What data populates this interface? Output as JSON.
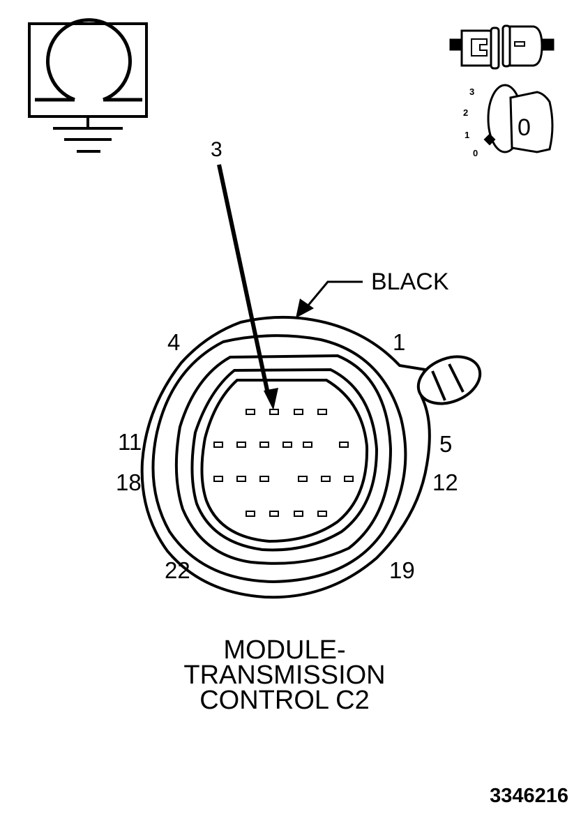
{
  "probe_pin": "3",
  "connector_color_label": "BLACK",
  "pin_numbers": {
    "top_left": "4",
    "top_right": "1",
    "mid_left_upper": "11",
    "mid_left_lower": "18",
    "mid_right_upper": "5",
    "mid_right_lower": "12",
    "bottom_left": "22",
    "bottom_right": "19"
  },
  "ignition_positions": [
    "3",
    "2",
    "1",
    "0"
  ],
  "ignition_key_label": "0",
  "title_lines": [
    "MODULE-",
    "TRANSMISSION",
    "CONTROL C2"
  ],
  "figure_number": "3346216",
  "icons": {
    "meter": "ohmmeter-icon",
    "connector": "disconnected-connector-icon",
    "ignition": "ignition-key-off-icon",
    "ground": "ground-icon"
  }
}
